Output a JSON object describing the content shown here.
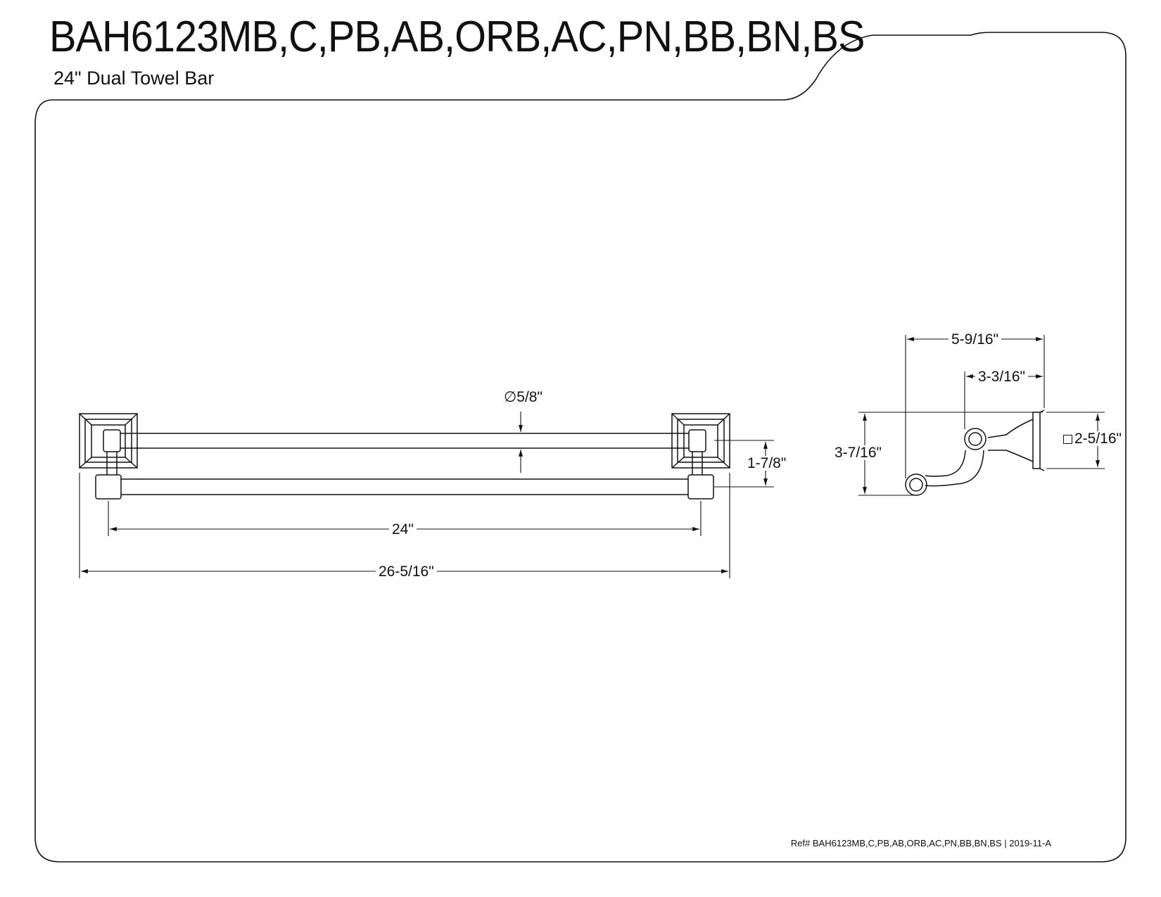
{
  "header": {
    "title": "BAH6123MB,C,PB,AB,ORB,AC,PN,BB,BN,BS",
    "subtitle": "24\" Dual Towel Bar"
  },
  "front_view": {
    "bar_diameter": "∅5/8\"",
    "bar_spacing": "1-7/8\"",
    "bar_length": "24\"",
    "overall_length": "26-5/16\""
  },
  "side_view": {
    "projection": "5-9/16\"",
    "upper_bar_projection": "3-3/16\"",
    "height": "3-7/16\"",
    "flange_size": "2-5/16\""
  },
  "footer": {
    "reference": "Ref# BAH6123MB,C,PB,AB,ORB,AC,PN,BB,BN,BS | 2019-11-A"
  },
  "style": {
    "line_color": "#111111"
  }
}
